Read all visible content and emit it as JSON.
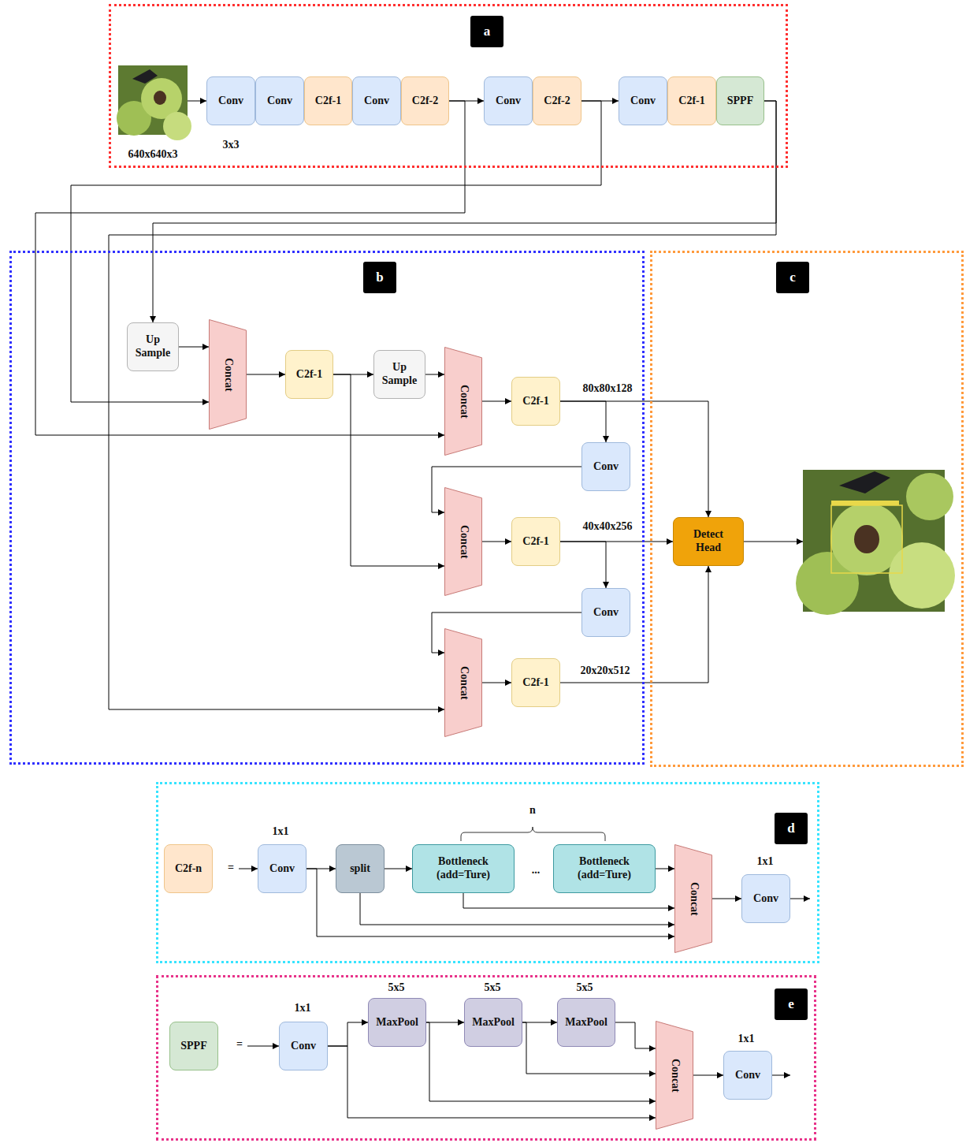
{
  "diagram": {
    "nodes": [
      {
        "text": [
          "a"
        ]
      },
      {
        "text": [
          "Conv"
        ],
        "in": 0
      },
      {
        "text": [
          "Conv"
        ],
        "in": 0
      },
      {
        "text": [
          "C2f-1"
        ],
        "in": 0
      },
      {
        "text": [
          "Conv"
        ],
        "in": 0
      },
      {
        "text": [
          "C2f-2"
        ],
        "in": 0
      },
      {
        "text": [
          "Conv"
        ],
        "in": 0
      },
      {
        "text": [
          "C2f-2"
        ],
        "in": 0
      },
      {
        "text": [
          "Conv"
        ],
        "in": 0
      },
      {
        "text": [
          "C2f-1"
        ],
        "in": 0
      },
      {
        "text": [
          "SPPF"
        ],
        "in": 0
      },
      {
        "text": [
          "b"
        ]
      },
      {
        "text": [
          "Up Sample"
        ],
        "in": 11
      },
      {
        "text": [
          "Concat"
        ],
        "in": 11
      },
      {
        "text": [
          "C2f-1"
        ],
        "in": 11
      },
      {
        "text": [
          "Up Sample"
        ],
        "in": 11
      },
      {
        "text": [
          "Concat"
        ],
        "in": 11
      },
      {
        "text": [
          "C2f-1"
        ],
        "in": 11
      },
      {
        "text": [
          "Conv"
        ],
        "in": 11
      },
      {
        "text": [
          "Concat"
        ],
        "in": 11
      },
      {
        "text": [
          "C2f-1"
        ],
        "in": 11
      },
      {
        "text": [
          "Conv"
        ],
        "in": 11
      },
      {
        "text": [
          "Concat"
        ],
        "in": 11
      },
      {
        "text": [
          "C2f-1"
        ],
        "in": 11
      },
      {
        "text": [
          "c"
        ]
      },
      {
        "text": [
          "Detect Head"
        ],
        "in": 24
      },
      {
        "text": [
          "d"
        ]
      },
      {
        "text": [
          "C2f-n"
        ],
        "in": 26
      },
      {
        "text": [
          "Conv"
        ],
        "in": 26
      },
      {
        "text": [
          "split"
        ],
        "in": 26
      },
      {
        "text": [
          "Bottleneck (add=Ture)"
        ],
        "in": 26
      },
      {
        "text": [
          "Bottleneck (add=Ture)"
        ],
        "in": 26
      },
      {
        "text": [
          "Concat"
        ],
        "in": 26
      },
      {
        "text": [
          "Conv"
        ],
        "in": 26
      },
      {
        "text": [
          "e"
        ]
      },
      {
        "text": [
          "SPPF"
        ],
        "in": 34
      },
      {
        "text": [
          "Conv"
        ],
        "in": 34
      },
      {
        "text": [
          "MaxPool"
        ],
        "in": 34
      },
      {
        "text": [
          "MaxPool"
        ],
        "in": 34
      },
      {
        "text": [
          "MaxPool"
        ],
        "in": 34
      },
      {
        "text": [
          "Concat"
        ],
        "in": 34
      },
      {
        "text": [
          "Conv"
        ],
        "in": 34
      }
    ],
    "edges": [
      {
        "from": 5,
        "to": 6,
        "arrow": "to"
      },
      {
        "from": 7,
        "to": 8,
        "arrow": "to"
      },
      {
        "from": 5,
        "to": 16,
        "arrow": "to"
      },
      {
        "from": 7,
        "to": 13,
        "arrow": "to"
      },
      {
        "from": 10,
        "to": 12,
        "arrow": "to"
      },
      {
        "from": 10,
        "to": 22,
        "arrow": "to"
      },
      {
        "from": 12,
        "to": 13,
        "arrow": "to"
      },
      {
        "from": 13,
        "to": 14,
        "arrow": "to"
      },
      {
        "from": 14,
        "to": 15,
        "arrow": "to"
      },
      {
        "from": 15,
        "to": 16,
        "arrow": "to"
      },
      {
        "from": 16,
        "to": 17,
        "arrow": "to"
      },
      {
        "from": 17,
        "to": 18,
        "arrow": "to"
      },
      {
        "from": 17,
        "to": 25,
        "arrow": "to"
      },
      {
        "from": 18,
        "to": 19,
        "arrow": "to"
      },
      {
        "from": 14,
        "to": 19,
        "arrow": "to"
      },
      {
        "from": 19,
        "to": 20,
        "arrow": "to"
      },
      {
        "from": 20,
        "to": 25,
        "arrow": "to"
      },
      {
        "from": 20,
        "to": 21,
        "arrow": "to"
      },
      {
        "from": 21,
        "to": 22,
        "arrow": "to"
      },
      {
        "from": 22,
        "to": 23,
        "arrow": "to"
      },
      {
        "from": 23,
        "to": 25,
        "arrow": "to"
      },
      {
        "from": 28,
        "to": 29,
        "arrow": "to"
      },
      {
        "from": 29,
        "to": 30,
        "arrow": "to"
      },
      {
        "from": 31,
        "to": 32,
        "arrow": "to"
      },
      {
        "from": 30,
        "to": 32,
        "arrow": "to"
      },
      {
        "from": 29,
        "to": 32,
        "arrow": "to"
      },
      {
        "from": 28,
        "to": 32,
        "arrow": "to"
      },
      {
        "from": 32,
        "to": 33,
        "arrow": "to"
      },
      {
        "from": 36,
        "to": 37,
        "arrow": "to"
      },
      {
        "from": 37,
        "to": 38,
        "arrow": "to"
      },
      {
        "from": 38,
        "to": 39,
        "arrow": "to"
      },
      {
        "from": 39,
        "to": 40,
        "arrow": "to"
      },
      {
        "from": 38,
        "to": 40,
        "arrow": "to"
      },
      {
        "from": 37,
        "to": 40,
        "arrow": "to"
      },
      {
        "from": 36,
        "to": 40,
        "arrow": "to"
      },
      {
        "from": 40,
        "to": 41,
        "arrow": "to"
      }
    ],
    "labels": [
      "640x640x3",
      "3x3",
      "80x80x128",
      "40x40x256",
      "20x20x512",
      "1x1",
      "=",
      "n",
      "...",
      "1x1",
      "=",
      "1x1",
      "5x5",
      "5x5",
      "5x5",
      "1x1"
    ]
  }
}
